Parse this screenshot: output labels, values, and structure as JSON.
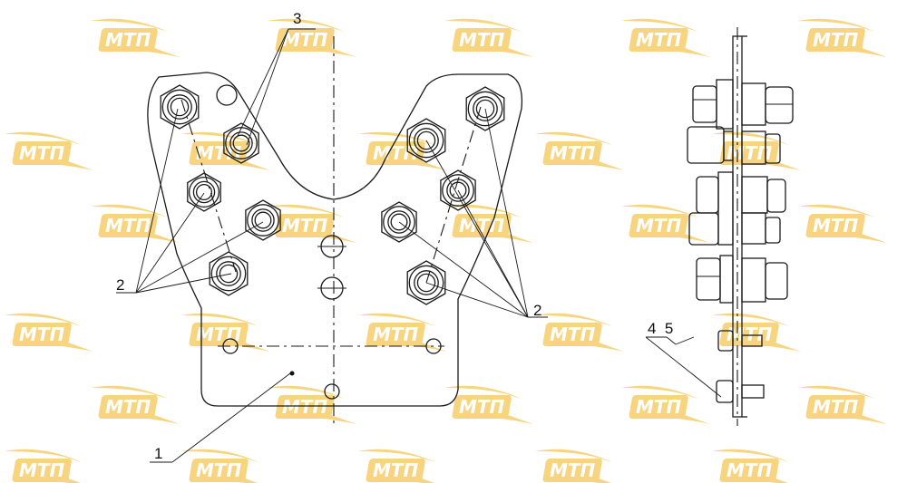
{
  "drawing": {
    "callouts": {
      "one": "1",
      "two_left": "2",
      "two_right": "2",
      "three": "3",
      "four_five": "4  5"
    }
  },
  "watermark": {
    "text": "МТП",
    "color": "#f2b21a"
  }
}
